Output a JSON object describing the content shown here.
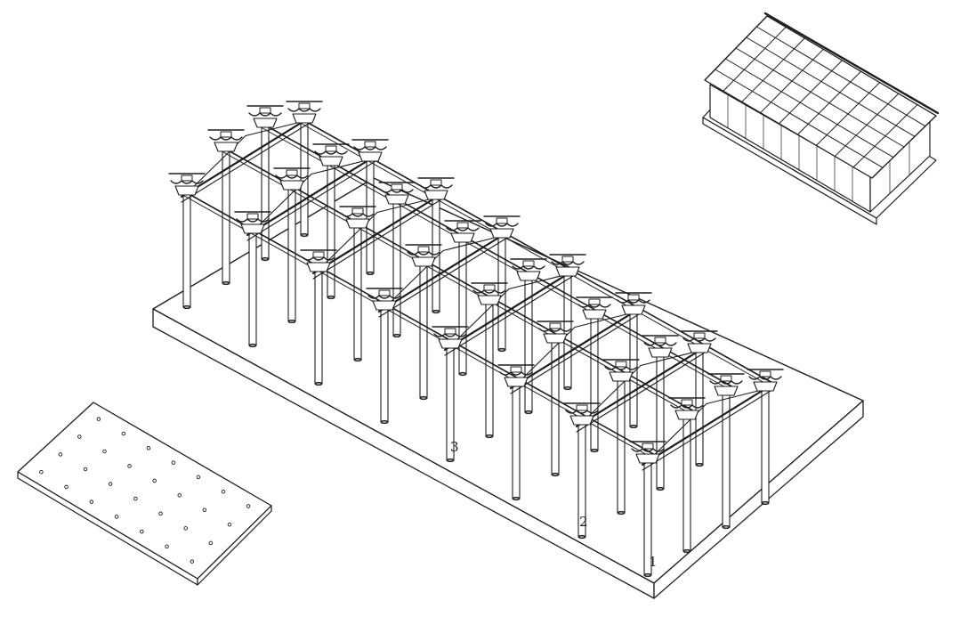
{
  "figure": {
    "column_labels": [
      "1",
      "2",
      "3"
    ],
    "colors": {
      "ink": "#1e1e1e",
      "paper": "#ffffff"
    },
    "panels": [
      "foundation-plan-slab",
      "timber-frame-column-grid",
      "assembled-hall-roof"
    ]
  }
}
